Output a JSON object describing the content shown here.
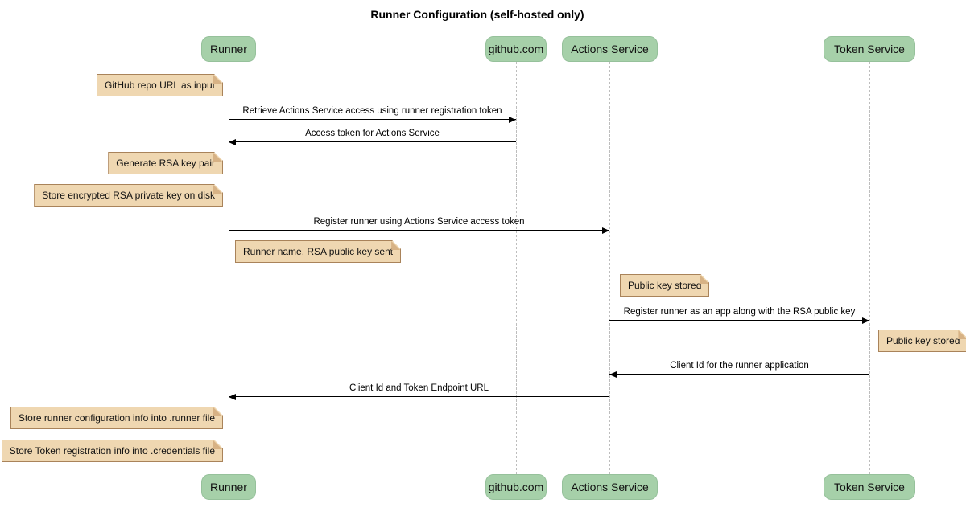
{
  "title": "Runner Configuration (self-hosted only)",
  "diagram": {
    "type": "sequence",
    "participants": [
      {
        "name": "Runner"
      },
      {
        "name": "github.com"
      },
      {
        "name": "Actions Service"
      },
      {
        "name": "Token Service"
      }
    ],
    "messages": [
      {
        "from": "Runner",
        "to": "github.com",
        "label": "Retrieve Actions Service access using runner registration token"
      },
      {
        "from": "github.com",
        "to": "Runner",
        "label": "Access token for Actions Service"
      },
      {
        "from": "Runner",
        "to": "Actions Service",
        "label": "Register runner using Actions Service access token"
      },
      {
        "from": "Actions Service",
        "to": "Token Service",
        "label": "Register runner as an app along with the RSA public key"
      },
      {
        "from": "Token Service",
        "to": "Actions Service",
        "label": "Client Id for the runner application"
      },
      {
        "from": "Actions Service",
        "to": "Runner",
        "label": "Client Id and Token Endpoint URL"
      }
    ],
    "notes": [
      {
        "anchor": "Runner",
        "side": "left",
        "text": "GitHub repo URL as input"
      },
      {
        "anchor": "Runner",
        "side": "left",
        "text": "Generate RSA key pair"
      },
      {
        "anchor": "Runner",
        "side": "left",
        "text": "Store encrypted RSA private key on disk"
      },
      {
        "anchor": "Runner",
        "side": "right",
        "text": "Runner name, RSA public key sent"
      },
      {
        "anchor": "Actions Service",
        "side": "right",
        "text": "Public key stored"
      },
      {
        "anchor": "Token Service",
        "side": "right",
        "text": "Public key stored"
      },
      {
        "anchor": "Runner",
        "side": "left",
        "text": "Store runner configuration info into .runner file"
      },
      {
        "anchor": "Runner",
        "side": "left",
        "text": "Store Token registration info into .credentials file"
      }
    ],
    "colors": {
      "participant_fill": "#a6d0a9",
      "note_fill": "#efd7b1",
      "note_border": "#a9835a",
      "message_line": "#000000",
      "lifeline": "#bdbdbd",
      "background": "#ffffff"
    }
  }
}
